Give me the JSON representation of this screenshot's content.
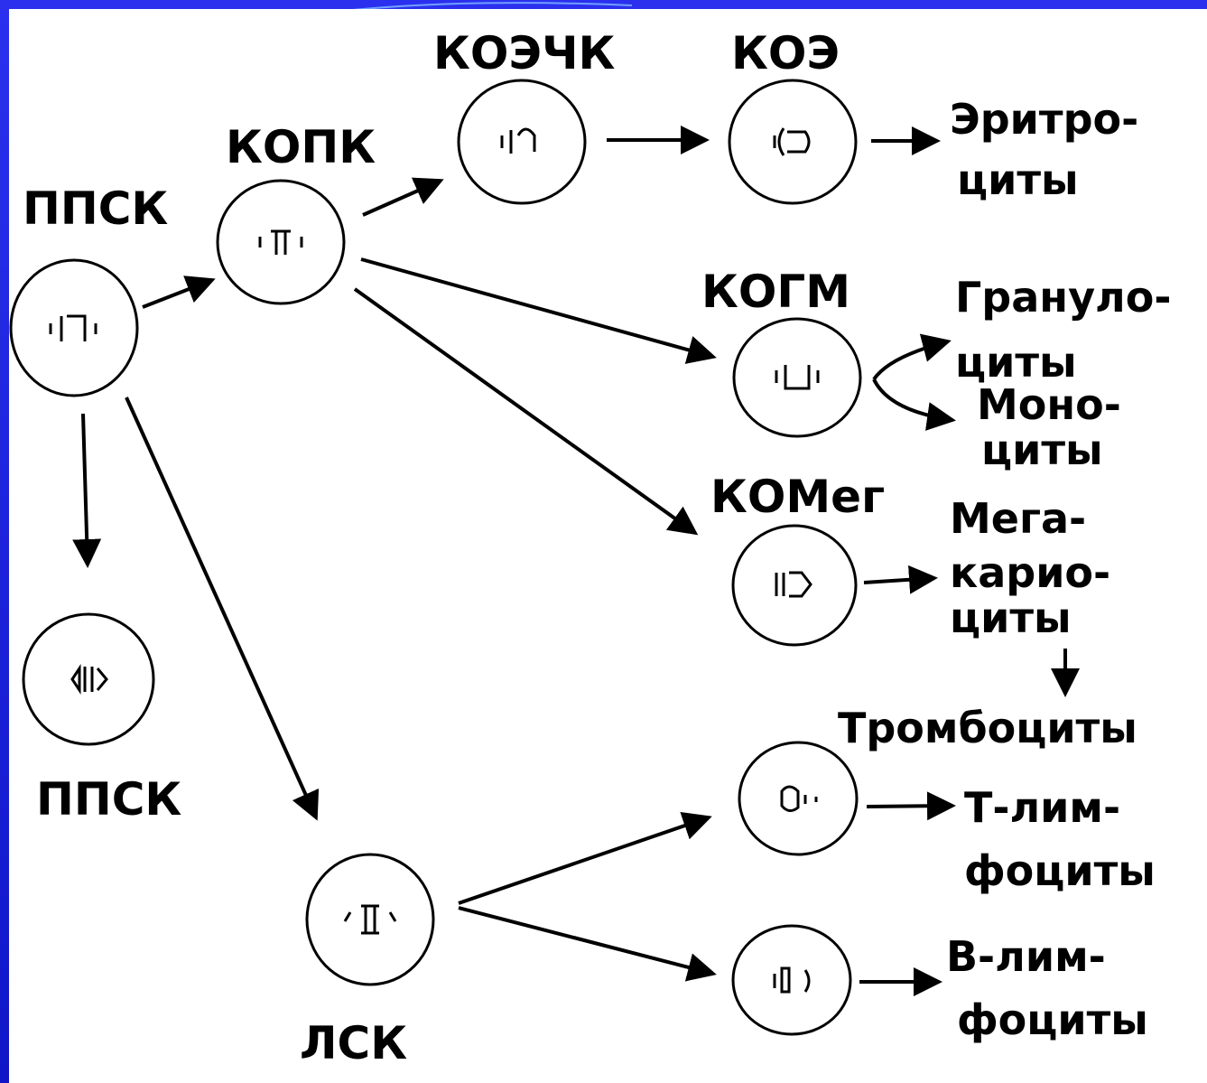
{
  "nodes": {
    "ppsk_top": "ППСК",
    "kopk": "КОПК",
    "koechk": "КОЭЧК",
    "koe": "КОЭ",
    "kogm": "КОГМ",
    "komeg": "КОМег",
    "ppsk_bottom": "ППСК",
    "lsk": "ЛСК"
  },
  "outputs": {
    "erythro_1": "Эритро-",
    "erythro_2": "циты",
    "granulo_1": "Грануло-",
    "granulo_2": "циты",
    "mono_1": "Моно-",
    "mono_2": "циты",
    "mega_1": "Мега-",
    "mega_2": "карио-",
    "mega_3": "циты",
    "thrombo": "Тромбоциты",
    "t_lymph_1": "Т-лим-",
    "t_lymph_2": "фоциты",
    "b_lymph_1": "В-лим-",
    "b_lymph_2": "фоциты"
  },
  "colors": {
    "frame": "#1a1fd6",
    "background": "#ffffff",
    "ink": "#000000"
  }
}
